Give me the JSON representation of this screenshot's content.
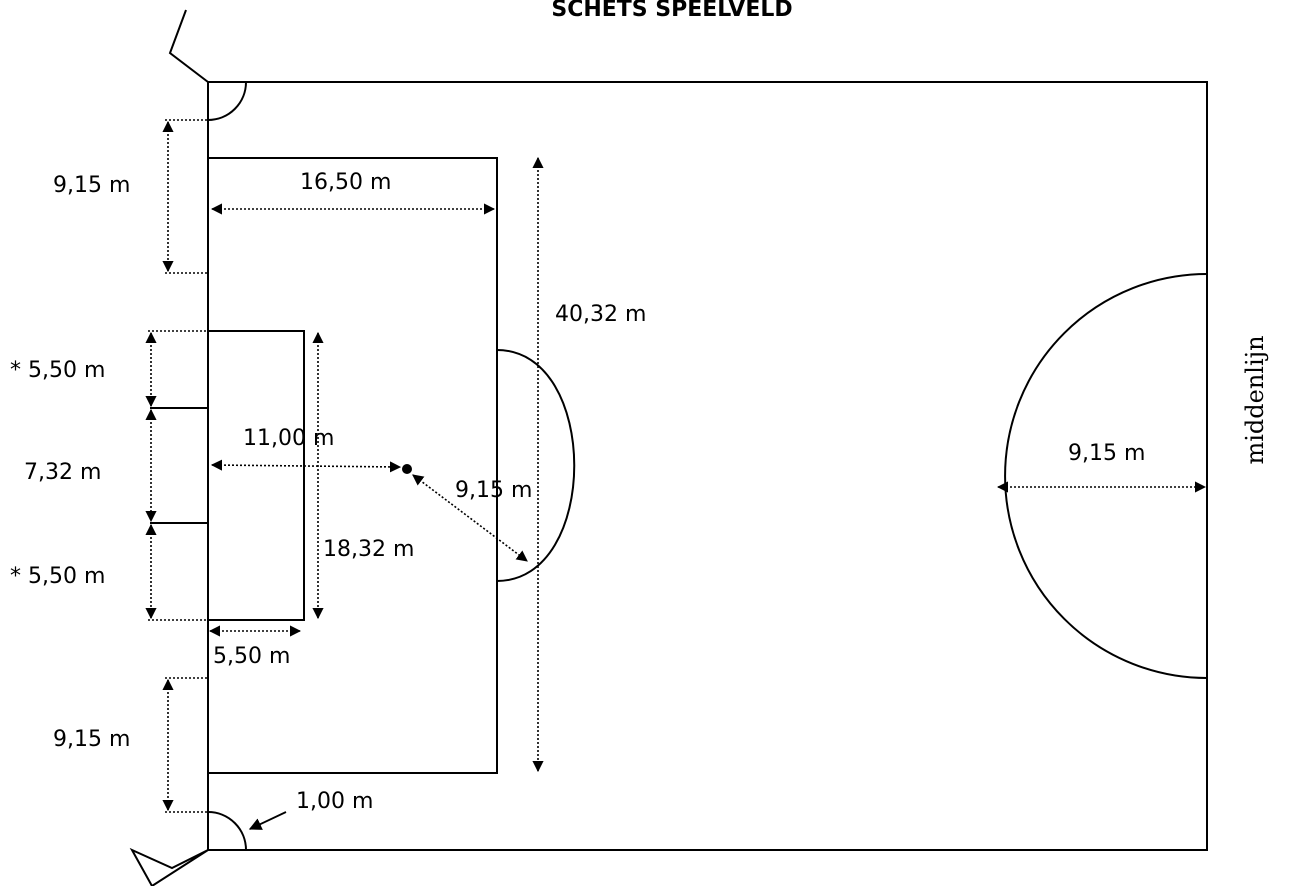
{
  "title": "SCHETS SPEELVELD",
  "side_label": "middenlijn",
  "labels": {
    "corner_to_box_top": "9,15 m",
    "penalty_area_depth": "16,50 m",
    "penalty_area_width": "40,32 m",
    "goal_area_side_top": "* 5,50 m",
    "goal_width": "7,32 m",
    "goal_area_side_bottom": "* 5,50 m",
    "penalty_spot_distance": "11,00 m",
    "penalty_arc_radius": "9,15 m",
    "goal_area_width": "18,32 m",
    "goal_area_depth": "5,50 m",
    "corner_to_box_bottom": "9,15 m",
    "corner_arc_radius": "1,00 m",
    "center_circle_radius": "9,15 m"
  }
}
